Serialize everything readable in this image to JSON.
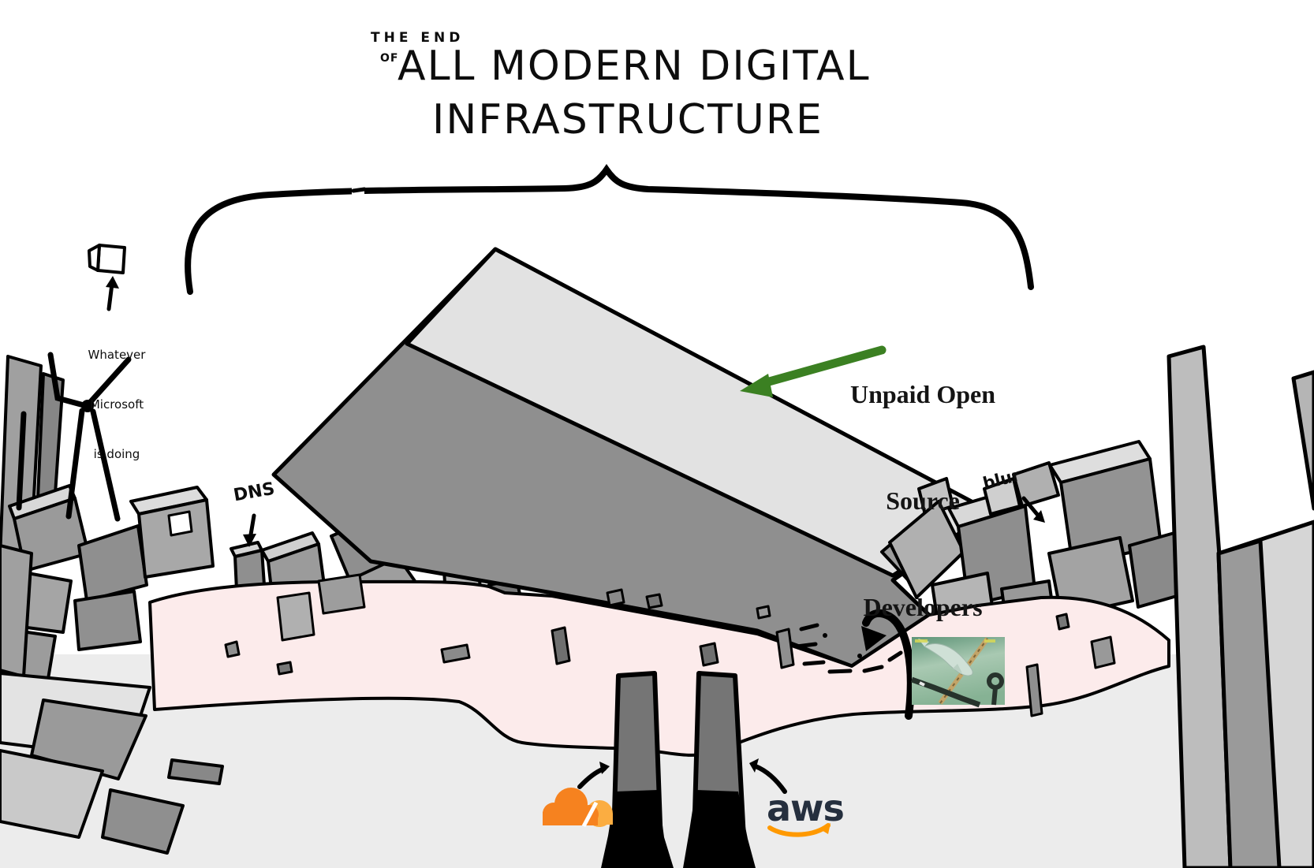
{
  "title": {
    "kicker": "THE END",
    "of_word": "OF",
    "line1": "ALL MODERN DIGITAL",
    "line2": "INFRASTRUCTURE"
  },
  "annotations": {
    "microsoft_block": {
      "line1": "Whatever",
      "line2": "Microsoft",
      "line3": "is doing"
    },
    "dns": "DNS",
    "blur": "blur",
    "open_source": {
      "line1": "Unpaid Open",
      "line2": "Source",
      "line3": "Developers"
    }
  },
  "logos": {
    "cloudflare_icon": "cloudflare-cloud-logo",
    "aws": "aws"
  },
  "photo_icon": "shark-biting-undersea-cable-video-still",
  "colors": {
    "ground": "#ececec",
    "river": "#fcebeb",
    "block": "#939393",
    "block_top": "#e0e0e0",
    "leg": "#757575",
    "open_source_arrow_green": "#3b8022",
    "cloudflare_orange": "#f6821f",
    "cloudflare_light": "#fbad41",
    "aws_navy": "#252f3e",
    "aws_smile": "#ff9900"
  }
}
